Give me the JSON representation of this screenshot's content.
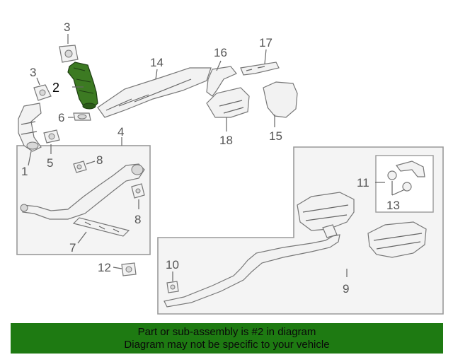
{
  "diagram": {
    "callouts": {
      "c1": "1",
      "c2": "2",
      "c3a": "3",
      "c3b": "3",
      "c4": "4",
      "c5": "5",
      "c6": "6",
      "c7": "7",
      "c8a": "8",
      "c8b": "8",
      "c9": "9",
      "c10": "10",
      "c11": "11",
      "c12": "12",
      "c13": "13",
      "c14": "14",
      "c15": "15",
      "c16": "16",
      "c17": "17",
      "c18": "18"
    },
    "highlight_color": "#3c7a22"
  },
  "banner": {
    "line1": "Part or sub-assembly is #2 in diagram",
    "line2": "Diagram may not be specific to your vehicle",
    "background": "#1e7a12"
  }
}
